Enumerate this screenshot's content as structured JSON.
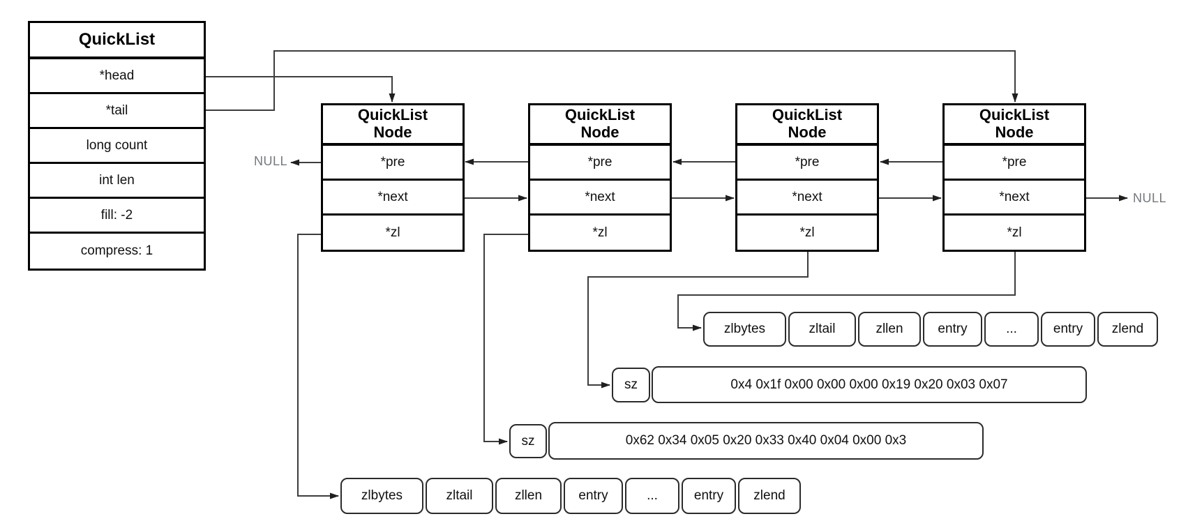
{
  "quicklist": {
    "title": "QuickList",
    "fields": [
      "*head",
      "*tail",
      "long count",
      "int len",
      "fill: -2",
      "compress: 1"
    ]
  },
  "nodes": [
    {
      "title_line1": "QuickList",
      "title_line2": "Node",
      "fields": [
        "*pre",
        "*next",
        "*zl"
      ]
    },
    {
      "title_line1": "QuickList",
      "title_line2": "Node",
      "fields": [
        "*pre",
        "*next",
        "*zl"
      ]
    },
    {
      "title_line1": "QuickList",
      "title_line2": "Node",
      "fields": [
        "*pre",
        "*next",
        "*zl"
      ]
    },
    {
      "title_line1": "QuickList",
      "title_line2": "Node",
      "fields": [
        "*pre",
        "*next",
        "*zl"
      ]
    }
  ],
  "null_labels": {
    "left": "NULL",
    "right": "NULL"
  },
  "sz_rows": [
    {
      "label": "sz",
      "hex": "0x4 0x1f 0x00 0x00 0x00 0x19 0x20 0x03 0x07"
    },
    {
      "label": "sz",
      "hex": "0x62 0x34 0x05 0x20 0x33 0x40 0x04 0x00 0x3"
    }
  ],
  "ziplists": {
    "top": [
      "zlbytes",
      "zltail",
      "zllen",
      "entry",
      "...",
      "entry",
      "zlend"
    ],
    "bottom": [
      "zlbytes",
      "zltail",
      "zllen",
      "entry",
      "...",
      "entry",
      "zlend"
    ]
  },
  "colors": {
    "line": "#3d3d3d",
    "arrow": "#1f1f1f",
    "box_border": "#000000",
    "rounded_border": "#2b2b2b",
    "null_text": "#74787d",
    "background": "#ffffff"
  }
}
